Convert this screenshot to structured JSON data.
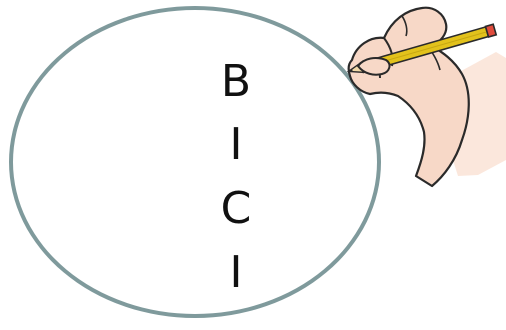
{
  "speech_bubble": {
    "letters": [
      "B",
      "I",
      "C",
      "I"
    ]
  },
  "illustration": {
    "icon": "hand-writing-with-pencil-icon"
  },
  "colors": {
    "ellipse_border": "#7f9a9c",
    "text": "#111111",
    "skin": "#f7d8c7",
    "pencil": "#e2c21c",
    "pencil_tip": "#e04b3c"
  }
}
